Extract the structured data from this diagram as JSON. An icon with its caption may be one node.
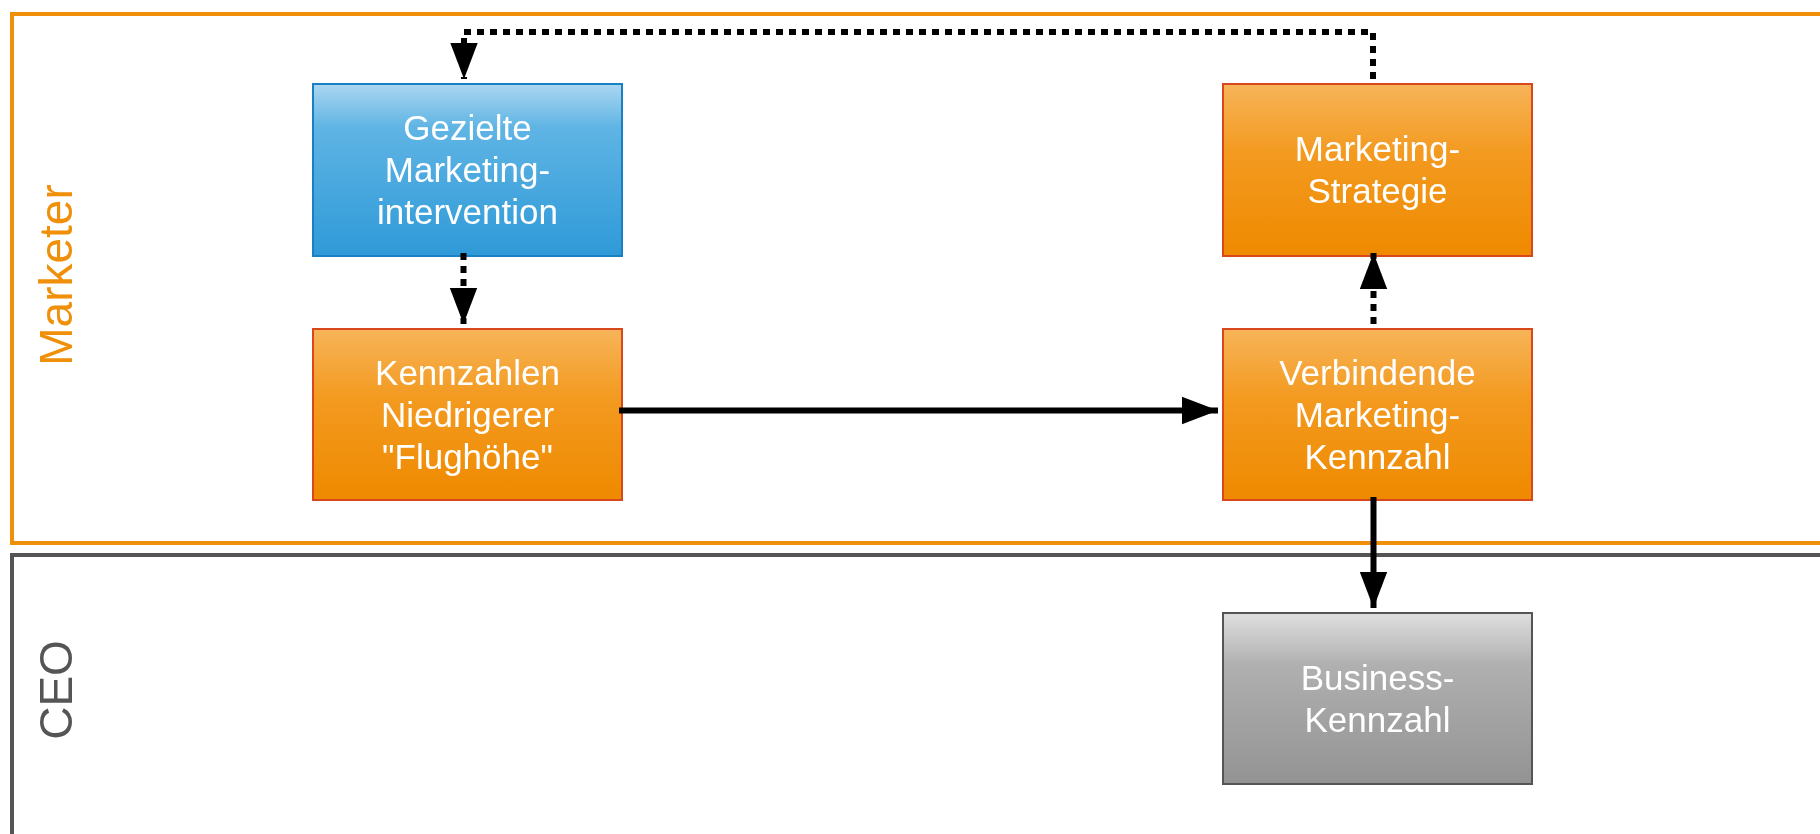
{
  "diagram": {
    "nodes": [
      {
        "text": [
          "Marketer"
        ]
      },
      {
        "text": [
          "Gezielte Marketing-intervention"
        ],
        "in": 0
      },
      {
        "text": [
          "Kennzahlen Niedrigerer \"Flughöhe\""
        ],
        "in": 0
      },
      {
        "text": [
          "Marketing-Strategie"
        ],
        "in": 0
      },
      {
        "text": [
          "Verbindende Marketing-Kennzahl"
        ],
        "in": 0
      },
      {
        "text": [
          "CEO"
        ]
      },
      {
        "text": [
          "Business-Kennzahl"
        ],
        "in": 5
      }
    ],
    "edges": [
      {
        "from": 1,
        "to": 2,
        "arrow": "to",
        "style": "dashed"
      },
      {
        "from": 2,
        "to": 4,
        "arrow": "to"
      },
      {
        "from": 4,
        "to": 3,
        "arrow": "to",
        "style": "dashed"
      },
      {
        "from": 3,
        "to": 1,
        "arrow": "to",
        "style": "dashed"
      },
      {
        "from": 4,
        "to": 6,
        "arrow": "to"
      }
    ]
  }
}
